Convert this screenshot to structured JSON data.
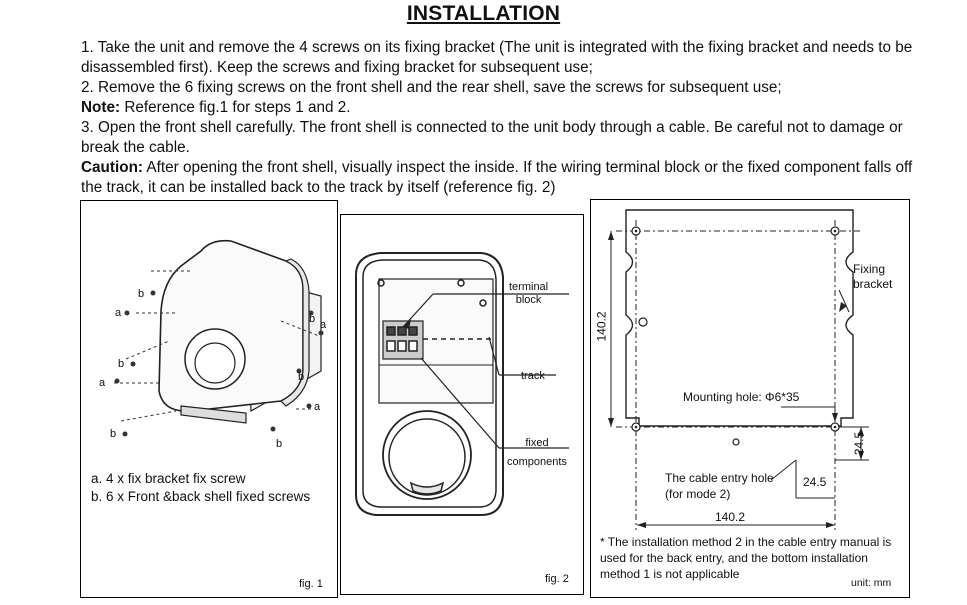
{
  "title": "INSTALLATION",
  "steps": {
    "step1": "1. Take the unit and remove the 4 screws on its fixing bracket (The unit is integrated with the fixing bracket and needs to be disassembled first). Keep the screws and fixing bracket for subsequent use;",
    "step2": "2. Remove the 6 fixing screws on the front shell and the rear shell, save the screws for subsequent use;",
    "note_label": "Note:",
    "note_text": " Reference fig.1 for steps 1 and 2.",
    "step3": "3. Open the front shell carefully. The front shell is connected to the unit body through a cable.  Be careful not to damage or break the cable.",
    "caution_label": "Caution:",
    "caution_text": " After opening the front shell, visually inspect the inside. If the wiring terminal block or the fixed component falls off the track, it can be installed back to the track by itself (reference fig. 2)"
  },
  "fig1": {
    "legend_a": "a. 4 x fix bracket fix screw",
    "legend_b": "b. 6 x Front &back shell fixed screws",
    "caption": "fig. 1",
    "screw_a": "a",
    "screw_b": "b"
  },
  "fig2": {
    "terminal_block": "terminal\nblock",
    "track": "track",
    "fixed_components": "fixed\ncomponents",
    "caption": "fig. 2"
  },
  "fig3": {
    "fixing_bracket": "Fixing\nbracket",
    "mounting_hole": "Mounting hole: Φ6*35",
    "dim_height": "140.2",
    "dim_width": "140.2",
    "dim_vertical_small": "24.5",
    "dim_horizontal_small": "24.5",
    "cable_entry": "The cable entry hole\n(for mode 2)",
    "footnote": "* The installation method 2 in the cable entry manual is used for the back entry, and the bottom installation method 1 is not applicable",
    "unit": "unit: mm"
  }
}
